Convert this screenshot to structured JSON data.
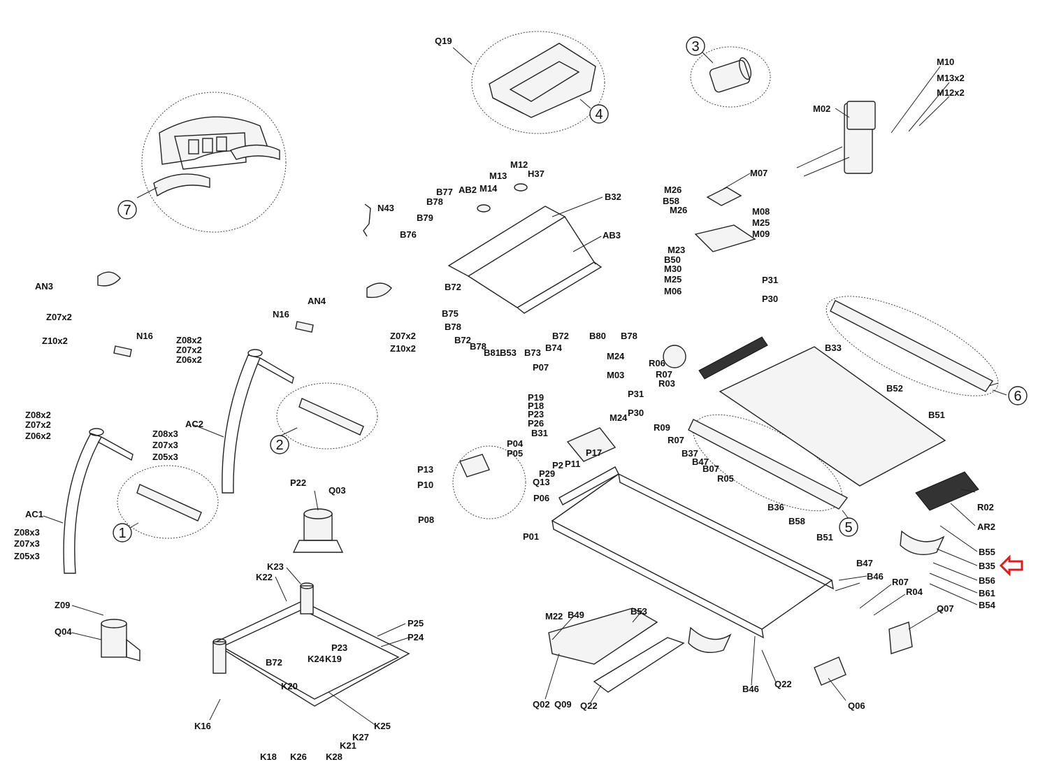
{
  "labels": {
    "Q19": "Q19",
    "M10": "M10",
    "M13x2": "M13x2",
    "M12x2": "M12x2",
    "M02": "M02",
    "M07": "M07",
    "M12": "M12",
    "H37": "H37",
    "M13": "M13",
    "AB2": "AB2",
    "M14": "M14",
    "B77": "B77",
    "B78a": "B78",
    "B79": "B79",
    "B76": "B76",
    "B32": "B32",
    "AB3": "AB3",
    "B72a": "B72",
    "B75": "B75",
    "B78b": "B78",
    "B72b": "B72",
    "B78c": "B78",
    "B81": "B81",
    "B53a": "B53",
    "B73": "B73",
    "B74": "B74",
    "B72c": "B72",
    "B80": "B80",
    "B78d": "B78",
    "M26a": "M26",
    "B58a": "B58",
    "M26b": "M26",
    "M08": "M08",
    "M25a": "M25",
    "M09": "M09",
    "M23": "M23",
    "B50": "B50",
    "M30": "M30",
    "M25b": "M25",
    "M06": "M06",
    "P31a": "P31",
    "P30a": "P30",
    "N43": "N43",
    "AN3": "AN3",
    "AN4": "AN4",
    "Z07x2a": "Z07x2",
    "Z10x2a": "Z10x2",
    "N16a": "N16",
    "N16b": "N16",
    "Z08x2a": "Z08x2",
    "Z07x2b": "Z07x2",
    "Z08x2b": "Z06x2",
    "Z07x2c": "Z07x2",
    "Z10x2b": "Z10x2",
    "B33": "B33",
    "R06": "R06",
    "R07a": "R07",
    "R03": "R03",
    "M24a": "M24",
    "M03": "M03",
    "P07": "P07",
    "P19": "P19",
    "P18": "P18",
    "P23a": "P23",
    "P26": "P26",
    "B31": "B31",
    "M24b": "M24",
    "P31b": "P31",
    "P30b": "P30",
    "B52": "B52",
    "B51a": "B51",
    "Z08x2c": "Z08x2",
    "Z07x2d": "Z07x2",
    "Z06x2": "Z06x2",
    "AC2": "AC2",
    "Z08x3a": "Z08x3",
    "Z07x3a": "Z07x3",
    "Z05x3a": "Z05x3",
    "R09": "R09",
    "R07b": "R07",
    "P17": "P17",
    "B37": "B37",
    "B47a": "B47",
    "B07": "B07",
    "R05": "R05",
    "P04": "P04",
    "P05": "P05",
    "P13": "P13",
    "P10": "P10",
    "P2": "P2",
    "P11": "P11",
    "P29": "P29",
    "Q13": "Q13",
    "P08": "P08",
    "P06": "P06",
    "P01": "P01",
    "P22": "P22",
    "Q03": "Q03",
    "R02": "R02",
    "AR2": "AR2",
    "AC1": "AC1",
    "Z08x3b": "Z08x3",
    "Z07x3b": "Z07x3",
    "Z05x3b": "Z05x3",
    "B36": "B36",
    "B58b": "B58",
    "B51b": "B51",
    "B55": "B55",
    "B35": "B35",
    "B56": "B56",
    "B61": "B61",
    "B54": "B54",
    "B47b": "B47",
    "B46a": "B46",
    "R07c": "R07",
    "R04": "R04",
    "Q07": "Q07",
    "K23": "K23",
    "K22": "K22",
    "Z09": "Z09",
    "Q04": "Q04",
    "P25": "P25",
    "P24": "P24",
    "P23b": "P23",
    "B72d": "B72",
    "K24": "K24",
    "K19": "K19",
    "K20": "K20",
    "K25": "K25",
    "K16": "K16",
    "K27": "K27",
    "K21": "K21",
    "K18": "K18",
    "K26": "K26",
    "K28": "K28",
    "M22": "M22",
    "B49": "B49",
    "B53b": "B53",
    "Q02": "Q02",
    "Q09": "Q09",
    "Q22a": "Q22",
    "B46b": "B46",
    "Q22b": "Q22",
    "Q06": "Q06"
  },
  "callouts": {
    "c1": "1",
    "c2": "2",
    "c3": "3",
    "c4": "4",
    "c5": "5",
    "c6": "6",
    "c7": "7"
  },
  "highlight": {
    "target": "B35",
    "color": "#e01b1b"
  }
}
